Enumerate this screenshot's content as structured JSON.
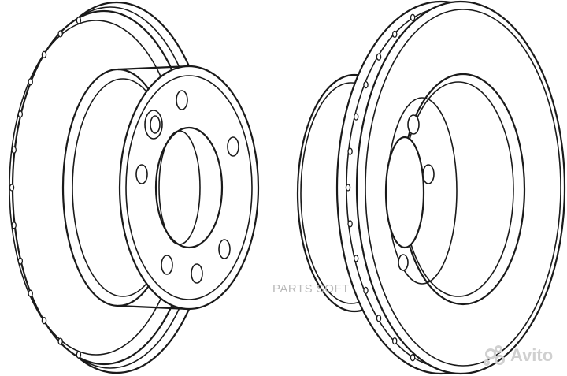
{
  "diagram": {
    "parts": [
      "left brake disc",
      "right brake disc"
    ],
    "bolt_holes_per_hub": 6,
    "line_color": "#1a1a1a",
    "background": "#ffffff"
  },
  "watermark": {
    "text": "PARTS SOFT",
    "color": "#b9b9b9"
  },
  "logo": {
    "text": "Avito",
    "icon": "avito-dots-icon",
    "color": "#d0d0d0"
  }
}
